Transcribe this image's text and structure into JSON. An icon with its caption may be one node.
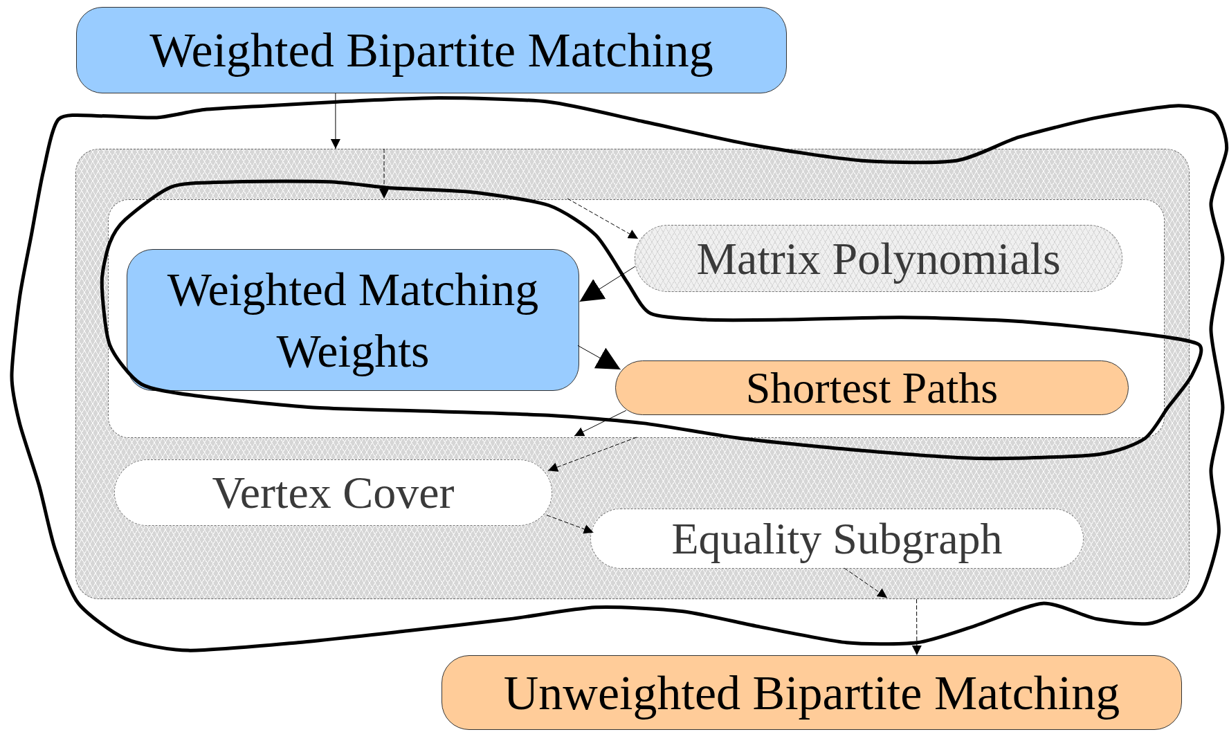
{
  "diagram": {
    "nodes": [
      {
        "text": [
          "Weighted Bipartite Matching"
        ]
      },
      {
        "text": [],
        "shape": "box"
      },
      {
        "text": [],
        "shape": "box",
        "in": 1
      },
      {
        "text": [
          "Matrix Polynomials"
        ],
        "in": 2
      },
      {
        "text": [
          "Weighted Matching Weights"
        ],
        "in": 2
      },
      {
        "text": [
          "Shortest Paths"
        ],
        "in": 2
      },
      {
        "text": [
          "Vertex Cover"
        ],
        "in": 1
      },
      {
        "text": [
          "Equality Subgraph"
        ],
        "in": 1
      },
      {
        "text": [
          "Unweighted Bipartite Matching"
        ]
      }
    ],
    "edges": [
      {
        "from": 0,
        "to": 1,
        "arrow": "to"
      },
      {
        "from": 1,
        "to": 2,
        "arrow": "to",
        "style": "dashed"
      },
      {
        "from": 2,
        "to": 3,
        "arrow": "to",
        "style": "dashed"
      },
      {
        "from": 3,
        "to": 4,
        "arrow": "to"
      },
      {
        "from": 4,
        "to": 5,
        "arrow": "to"
      },
      {
        "from": 5,
        "to": 2,
        "arrow": "to"
      },
      {
        "from": 2,
        "to": 6,
        "arrow": "to",
        "style": "dashed"
      },
      {
        "from": 6,
        "to": 7,
        "arrow": "to",
        "style": "dashed"
      },
      {
        "from": 7,
        "to": 1,
        "arrow": "to",
        "style": "dashed"
      },
      {
        "from": 1,
        "to": 8,
        "arrow": "to",
        "style": "dashed"
      }
    ]
  }
}
